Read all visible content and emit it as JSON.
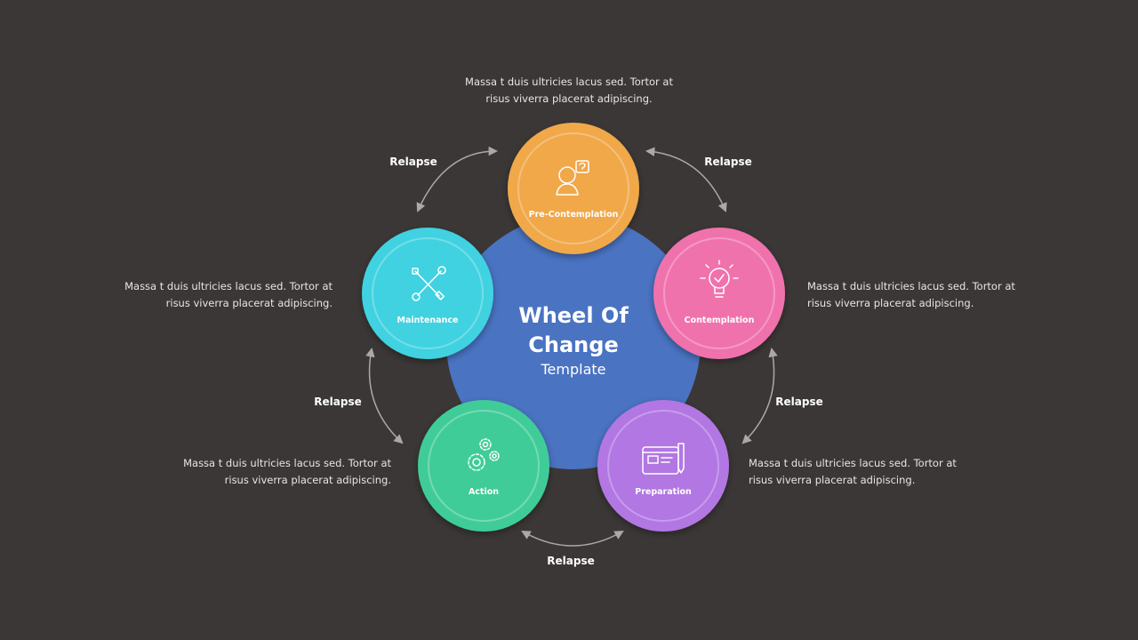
{
  "background": "#3b3737",
  "center": {
    "title_line1": "Wheel Of",
    "title_line2": "Change",
    "subtitle": "Template",
    "color": "#4a73c2"
  },
  "stages": [
    {
      "key": "pre-contemplation",
      "label": "Pre-Contemplation",
      "icon": "person-question-icon",
      "color": "#f0a84a"
    },
    {
      "key": "contemplation",
      "label": "Contemplation",
      "icon": "lightbulb-check-icon",
      "color": "#f072ad"
    },
    {
      "key": "preparation",
      "label": "Preparation",
      "icon": "blueprint-icon",
      "color": "#b277e3"
    },
    {
      "key": "action",
      "label": "Action",
      "icon": "gears-icon",
      "color": "#40cc98"
    },
    {
      "key": "maintenance",
      "label": "Maintenance",
      "icon": "wrench-screwdriver-icon",
      "color": "#3fd2e0"
    }
  ],
  "relapse_label": "Relapse",
  "descriptions": {
    "top": "Massa  t duis ultricies  lacus sed. Tortor at\nrisus viverra placerat adipiscing.",
    "right": "Massa  t duis ultricies  lacus sed. Tortor at\nrisus viverra placerat adipiscing.",
    "left": "Massa  t duis ultricies  lacus sed. Tortor at\nrisus viverra placerat adipiscing.",
    "bottom_left": "Massa  t duis ultricies  lacus sed. Tortor at\nrisus viverra placerat adipiscing.",
    "bottom_right": "Massa  t duis ultricies  lacus sed. Tortor at\nrisus viverra placerat adipiscing."
  }
}
